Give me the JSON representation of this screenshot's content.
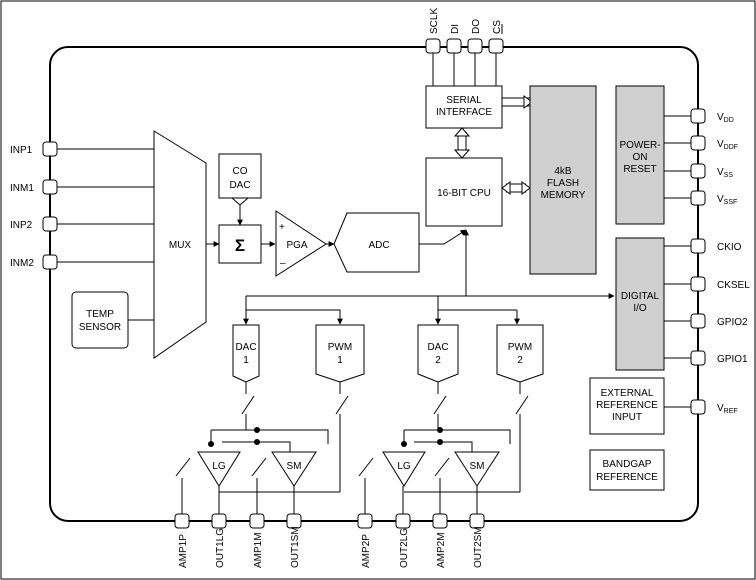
{
  "blocks": {
    "co_dac": [
      "CO",
      "DAC"
    ],
    "sigma": "Σ",
    "pga": "PGA",
    "adc": "ADC",
    "mux": "MUX",
    "temp_sensor": [
      "TEMP",
      "SENSOR"
    ],
    "serial_interface": [
      "SERIAL",
      "INTERFACE"
    ],
    "cpu": "16-BIT CPU",
    "flash": [
      "4kB",
      "FLASH",
      "MEMORY"
    ],
    "por": [
      "POWER-",
      "ON",
      "RESET"
    ],
    "dio": [
      "DIGITAL",
      "I/O"
    ],
    "ext_ref": [
      "EXTERNAL",
      "REFERENCE",
      "INPUT"
    ],
    "bandgap": [
      "BANDGAP",
      "REFERENCE"
    ],
    "dac1": [
      "DAC",
      "1"
    ],
    "pwm1": [
      "PWM",
      "1"
    ],
    "dac2": [
      "DAC",
      "2"
    ],
    "pwm2": [
      "PWM",
      "2"
    ],
    "lg": "LG",
    "sm": "SM",
    "plus": "+",
    "minus": "–"
  },
  "pins": {
    "top": [
      "SCLK",
      "DI",
      "DO",
      "CS"
    ],
    "left": [
      "INP1",
      "INM1",
      "INP2",
      "INM2"
    ],
    "right": [
      {
        "main": "V",
        "sub": "DD"
      },
      {
        "main": "V",
        "sub": "DDF"
      },
      {
        "main": "V",
        "sub": "SS"
      },
      {
        "main": "V",
        "sub": "SSF"
      },
      {
        "main": "CKIO",
        "sub": ""
      },
      {
        "main": "CKSEL",
        "sub": ""
      },
      {
        "main": "GPIO2",
        "sub": ""
      },
      {
        "main": "GPIO1",
        "sub": ""
      },
      {
        "main": "V",
        "sub": "REF"
      }
    ],
    "bottom": [
      "AMP1P",
      "OUT1LG",
      "AMP1M",
      "OUT1SM",
      "AMP2P",
      "OUT2LG",
      "AMP2M",
      "OUT2SM"
    ]
  }
}
